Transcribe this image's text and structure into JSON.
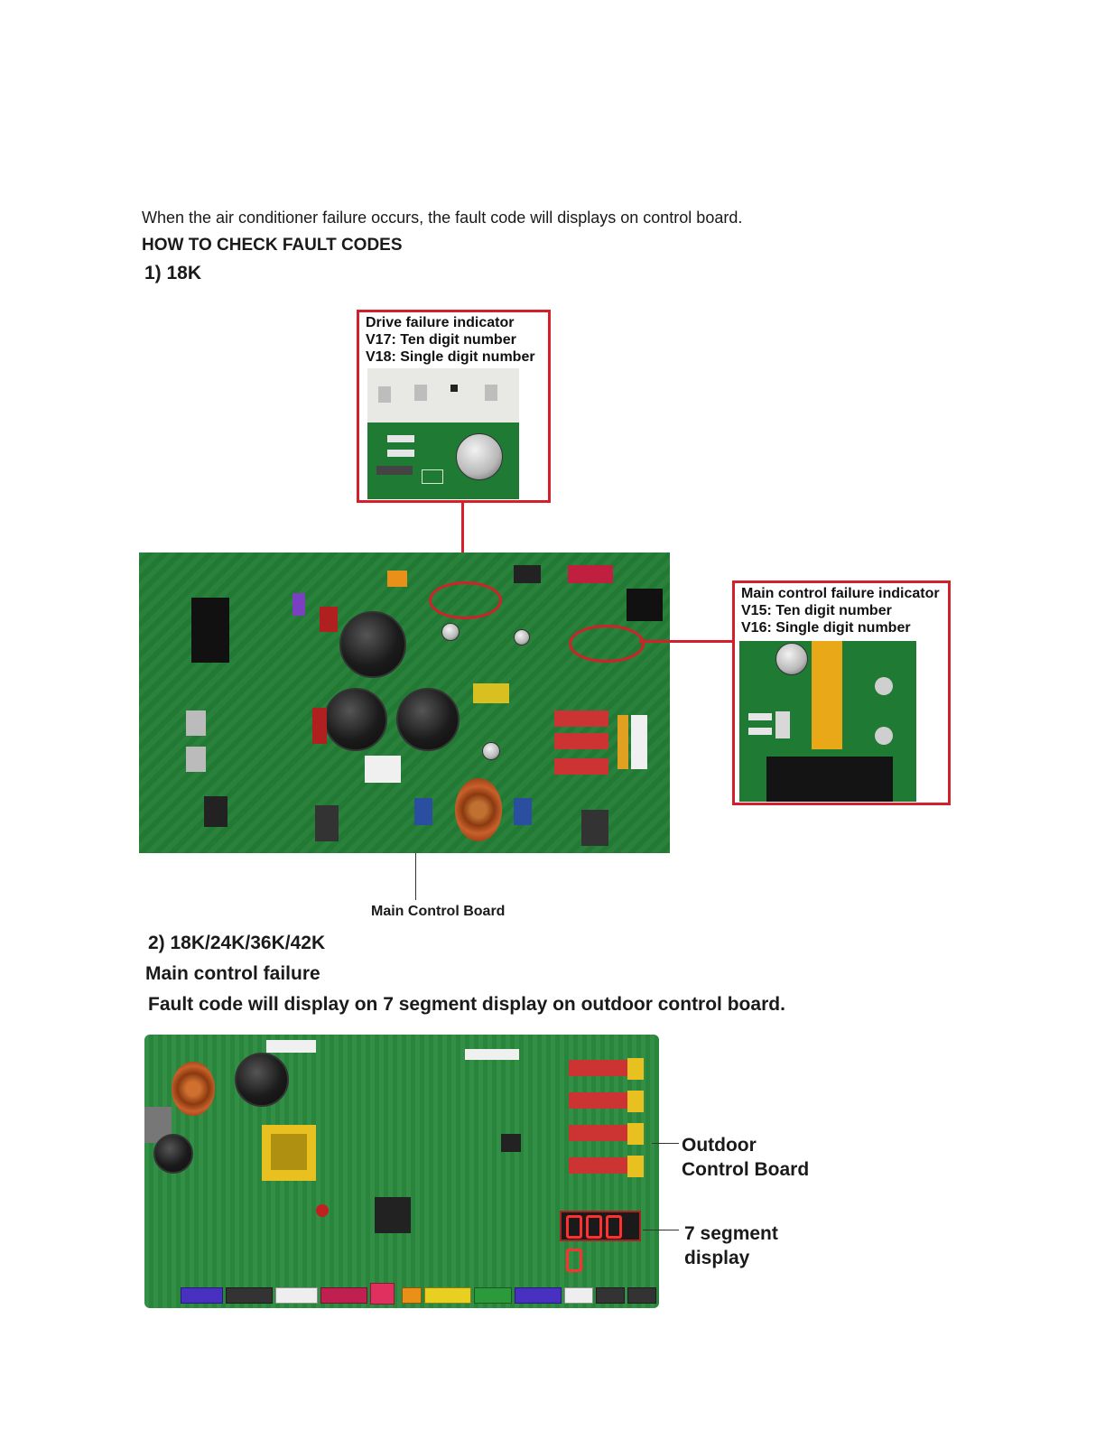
{
  "intro": "When the air conditioner failure occurs, the fault code will displays on control board.",
  "heading": "HOW TO CHECK FAULT CODES",
  "section1": {
    "title": "1) 18K",
    "drive_callout": {
      "title": "Drive failure indicator",
      "line1": "V17: Ten digit number",
      "line2": "V18: Single digit number"
    },
    "main_callout": {
      "title": "Main control failure indicator",
      "line1": "V15: Ten digit number",
      "line2": "V16: Single digit number"
    },
    "board_label": "Main Control Board"
  },
  "section2": {
    "title": "2) 18K/24K/36K/42K",
    "subtitle": "Main control failure",
    "description": "Fault code will display on 7 segment display on outdoor control board.",
    "board_label_line1": "Outdoor",
    "board_label_line2": "Control Board",
    "display_label_line1": "7 segment",
    "display_label_line2": "display"
  },
  "colors": {
    "callout_border": "#d4202a",
    "pcb_green": "#1f7a33"
  }
}
